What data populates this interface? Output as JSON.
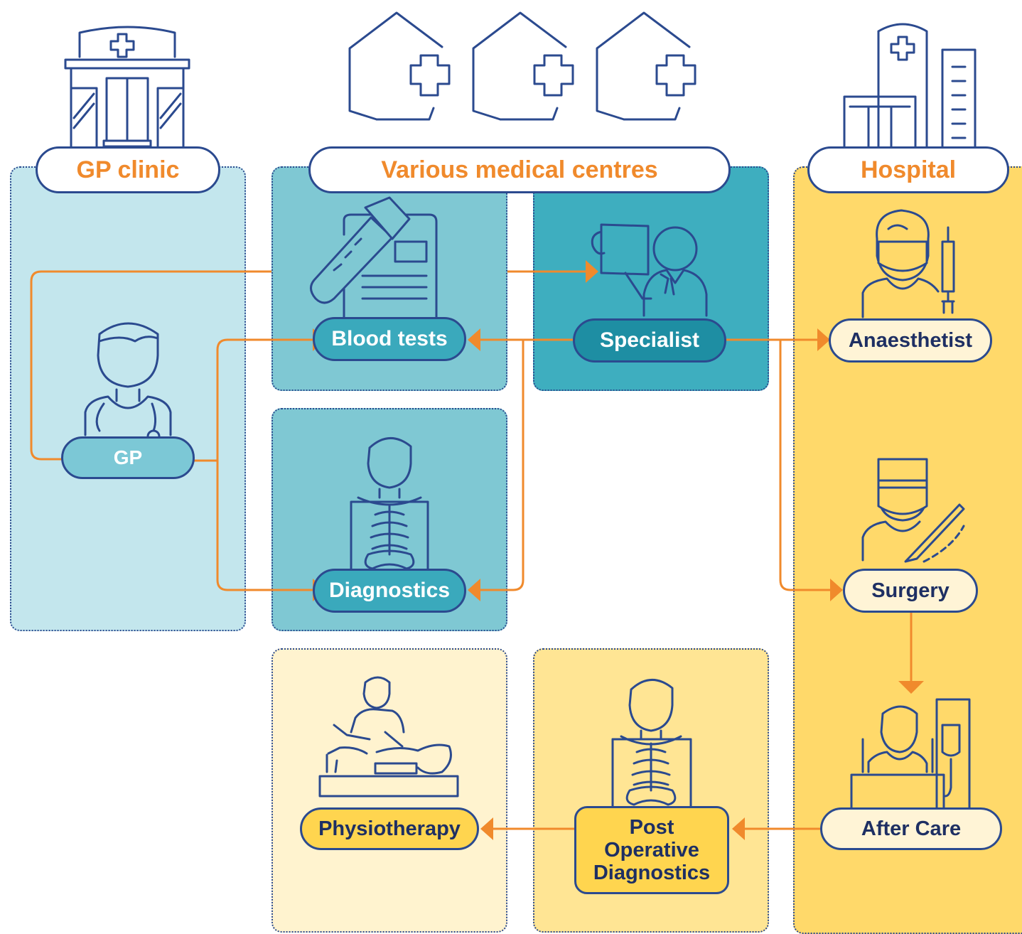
{
  "headers": {
    "gp_clinic": "GP clinic",
    "medical_centres": "Various medical centres",
    "hospital": "Hospital"
  },
  "nodes": {
    "gp": "GP",
    "blood_tests": "Blood tests",
    "specialist": "Specialist",
    "diagnostics": "Diagnostics",
    "anaesthetist": "Anaesthetist",
    "surgery": "Surgery",
    "after_care": "After Care",
    "post_op_line1": "Post",
    "post_op_line2": "Operative",
    "post_op_line3": "Diagnostics",
    "physiotherapy": "Physiotherapy"
  },
  "colors": {
    "orange": "#f08a2c",
    "navy": "#2b4a8f",
    "gp_panel": "#c3e6ed",
    "centre_panel": "#7fc8d3",
    "specialist_panel": "#3eaebf",
    "hospital_panel": "#ffd96a",
    "physio_panel": "#fff3cf",
    "postop_panel": "#ffe594"
  },
  "icons": [
    "clinic-building-icon",
    "medical-centre-icon",
    "hospital-building-icon",
    "doctor-icon",
    "blood-test-icon",
    "specialist-icon",
    "xray-icon",
    "anaesthetist-icon",
    "surgeon-icon",
    "patient-bed-icon",
    "physiotherapy-icon"
  ]
}
